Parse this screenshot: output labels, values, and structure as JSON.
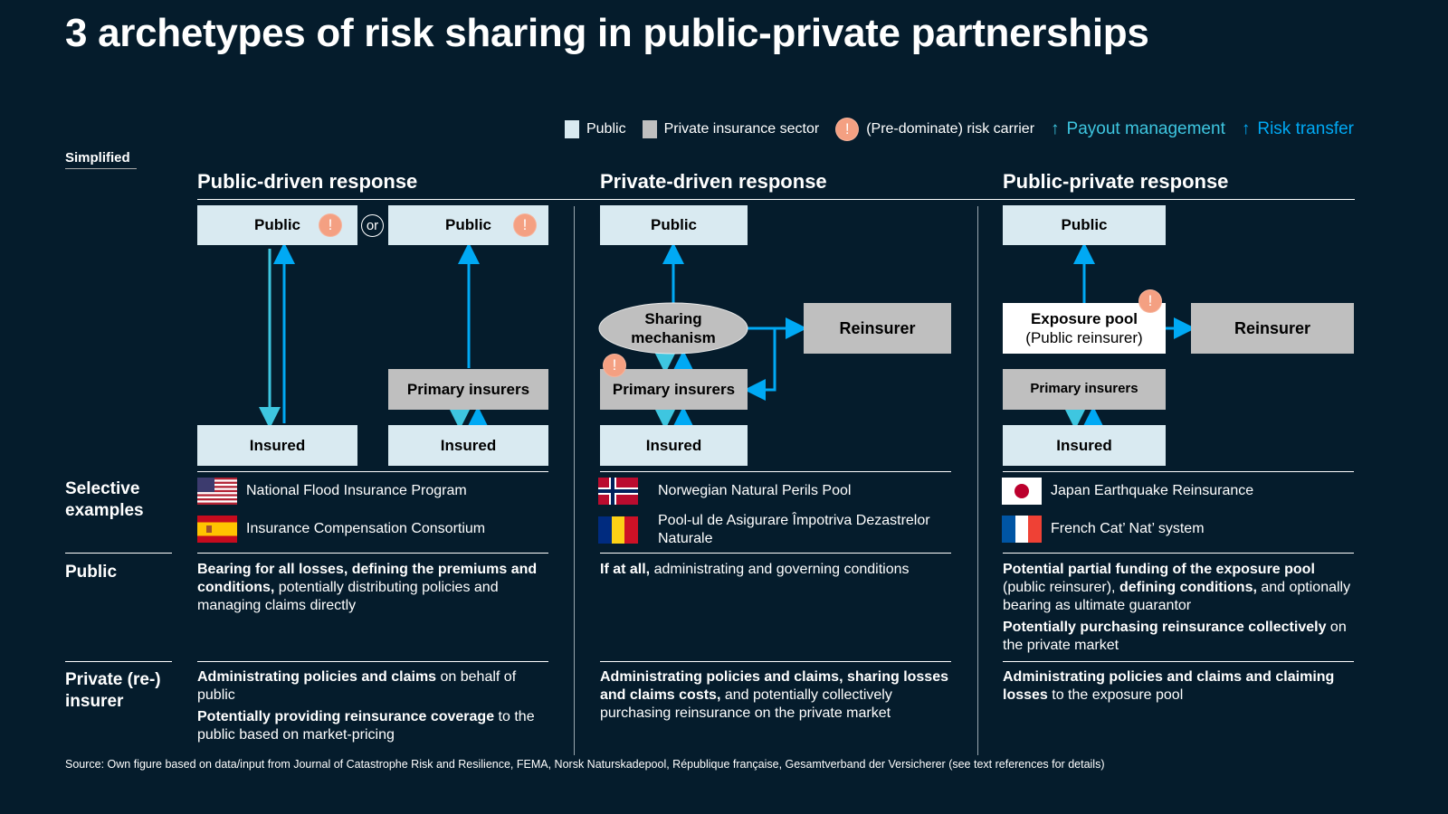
{
  "title": "3 archetypes of risk sharing in public-private partnerships",
  "legend": {
    "public": "Public",
    "private": "Private insurance sector",
    "carrier": "(Pre-dominate) risk carrier",
    "payout": "Payout management",
    "transfer": "Risk transfer",
    "badge": "!"
  },
  "colors": {
    "bg": "#051c2c",
    "public": "#d9eaf1",
    "private": "#bfbfbf",
    "badge": "#f4a082",
    "payout": "#3ec6e0",
    "transfer": "#00a9f4"
  },
  "simplified": "Simplified",
  "columns": [
    {
      "title": "Public-driven response",
      "boxes": {
        "public_a": "Public",
        "or": "or",
        "public_b": "Public",
        "primary": "Primary insurers",
        "insured_a": "Insured",
        "insured_b": "Insured"
      },
      "examples": [
        {
          "flag": "us",
          "label": "National Flood Insurance Program"
        },
        {
          "flag": "es",
          "label": "Insurance Compensation Consortium"
        }
      ],
      "public": [
        {
          "bold": "Bearing for all losses, defining the premiums and conditions,",
          "rest": " potentially distributing policies and managing claims directly"
        }
      ],
      "private": [
        {
          "bold": "Administrating policies and claims",
          "rest": " on behalf of public"
        },
        {
          "bold": "Potentially providing reinsurance coverage",
          "rest": " to the public based on market-pricing"
        }
      ]
    },
    {
      "title": "Private-driven response",
      "boxes": {
        "public": "Public",
        "sharing": "Sharing mechanism",
        "reinsurer": "Reinsurer",
        "primary": "Primary insurers",
        "insured": "Insured"
      },
      "examples": [
        {
          "flag": "no",
          "label": "Norwegian Natural Perils Pool"
        },
        {
          "flag": "ro",
          "label": "Pool-ul de Asigurare Împotriva Dezastrelor Naturale"
        }
      ],
      "public": [
        {
          "bold": "If at all,",
          "rest": " administrating and governing conditions"
        }
      ],
      "private": [
        {
          "bold": "Administrating policies and claims, sharing losses and claims costs,",
          "rest": " and potentially collectively purchasing reinsurance on the private market"
        }
      ]
    },
    {
      "title": "Public-private response",
      "boxes": {
        "public": "Public",
        "exposure": "Exposure pool",
        "exposure_sub": "(Public reinsurer)",
        "reinsurer": "Reinsurer",
        "primary": "Primary insurers",
        "insured": "Insured"
      },
      "examples": [
        {
          "flag": "jp",
          "label": "Japan Earthquake Reinsurance"
        },
        {
          "flag": "fr",
          "label": "French Cat’ Nat’ system"
        }
      ],
      "public": [
        {
          "bold": "Potential partial funding of the exposure pool",
          "rest": " (public reinsurer), "
        },
        {
          "bold": "Potentially purchasing reinsurance collectively",
          "rest": " on the private market"
        }
      ],
      "public_extra": {
        "bold": "defining conditions,",
        "rest": " and optionally bearing as ultimate guarantor"
      },
      "private": [
        {
          "bold": "Administrating policies and claims and claiming losses",
          "rest": " to the exposure pool"
        }
      ]
    }
  ],
  "rows": {
    "examples": "Selective examples",
    "public": "Public",
    "private": "Private (re-) insurer"
  },
  "source": "Source: Own figure based on data/input from Journal of Catastrophe Risk and Resilience, FEMA, Norsk Naturskadepool, République française, Gesamtverband der Versicherer (see text references for details)"
}
